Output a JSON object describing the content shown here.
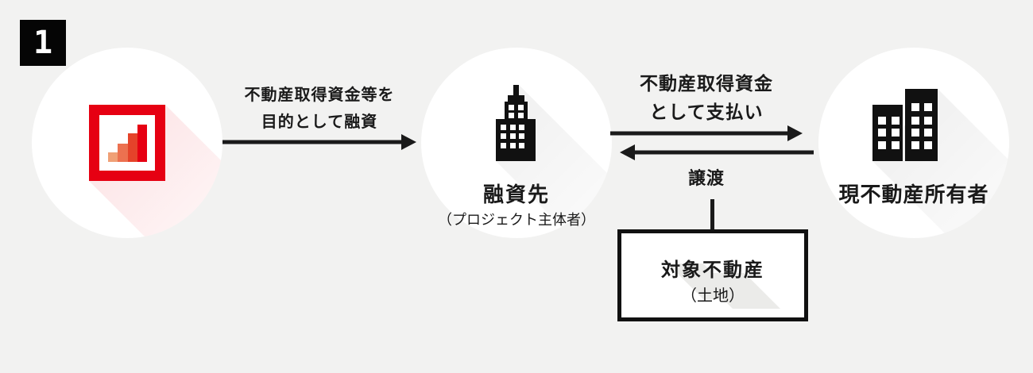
{
  "badge": {
    "label": "1"
  },
  "nodes": {
    "lender": {
      "icon": "bar-chart-logo-icon"
    },
    "borrower": {
      "title": "融資先",
      "subtitle": "（プロジェクト主体者）"
    },
    "owner": {
      "title": "現不動産所有者"
    }
  },
  "arrows": {
    "loan": {
      "line1": "不動産取得資金等を",
      "line2": "目的として融資",
      "direction": "right"
    },
    "payment": {
      "line1": "不動産取得資金",
      "line2": "として支払い",
      "direction": "right"
    },
    "transfer": {
      "label": "譲渡",
      "direction": "left"
    }
  },
  "property_box": {
    "title": "対象不動産",
    "subtitle": "（土地）"
  },
  "colors": {
    "background": "#f2f2f1",
    "ink": "#1a1a1a",
    "brand_red": "#e60012",
    "logo_bar1": "#f0a076",
    "logo_bar2": "#ec7150",
    "logo_bar3": "#e5432a",
    "logo_bar4": "#e60012",
    "box_border": "#111111"
  }
}
